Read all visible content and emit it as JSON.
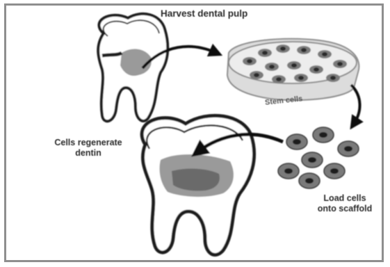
{
  "labels": {
    "harvest": "Harvest dental pulp",
    "stem": "Stem cells",
    "regen_line1": "Cells regenerate",
    "regen_line2": "dentin",
    "load_line1": "Load cells",
    "load_line2": "onto scaffold"
  },
  "colors": {
    "frame": "#8e8e8e",
    "tooth_fill": "#ffffff",
    "tooth_outline": "#1c1c1c",
    "pulp_gray": "#9a9a9a",
    "pulp_dark": "#6b6b6b",
    "dish": "#dcdcdc",
    "cell": "#7a7a7a",
    "nucleus": "#2a2a2a",
    "arrow": "#111111"
  }
}
